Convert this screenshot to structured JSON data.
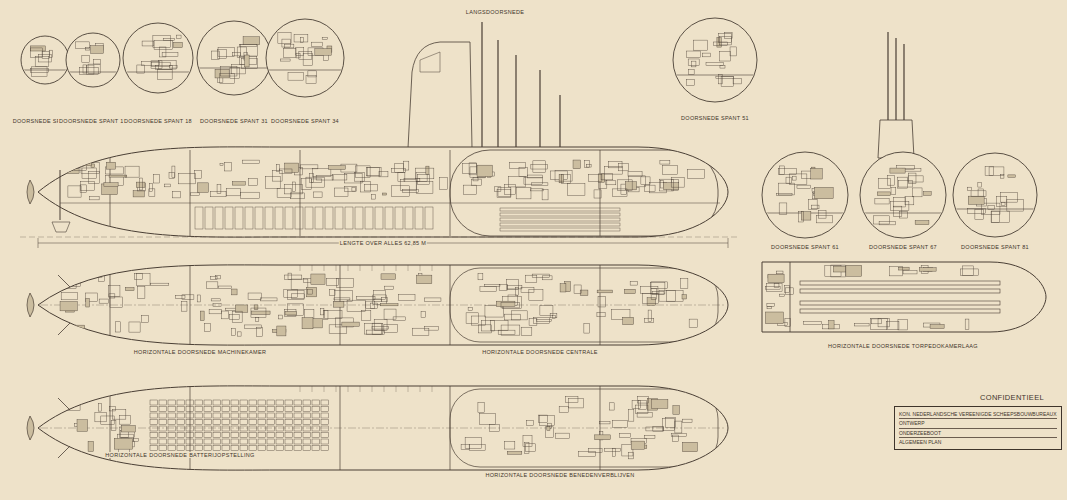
{
  "diagram": {
    "nodes": [
      {
        "text": [
          "KON. NEDERLANDSCHE VEREENIGDE SCHEEPSBOUWBUREAUX",
          "ONTWERP",
          "ONDERZEEBOOT",
          "ALGEMEEN PLAN"
        ]
      }
    ],
    "labels": [
      "LANGSDOORSNEDE",
      "DOORSNEDE SPANT 7",
      "DOORSNEDE SPANT 15",
      "DOORSNEDE SPANT 18",
      "DOORSNEDE SPANT 31",
      "DOORSNEDE SPANT 34",
      "DOORSNEDE SPANT 51",
      "DOORSNEDE SPANT 61",
      "DOORSNEDE SPANT 67",
      "DOORSNEDE SPANT 81",
      "LENGTE OVER ALLES 62,85 M",
      "HORIZONTALE DOORSNEDE MACHINEKAMER",
      "HORIZONTALE DOORSNEDE CENTRALE",
      "HORIZONTALE DOORSNEDE TORPEDOKAMERLAAG",
      "HORIZONTALE DOORSNEDE BATTERIJOPSTELLING",
      "HORIZONTALE DOORSNEDE BENEDENVERBLIJVEN",
      "CONFIDENTIEEL"
    ]
  }
}
